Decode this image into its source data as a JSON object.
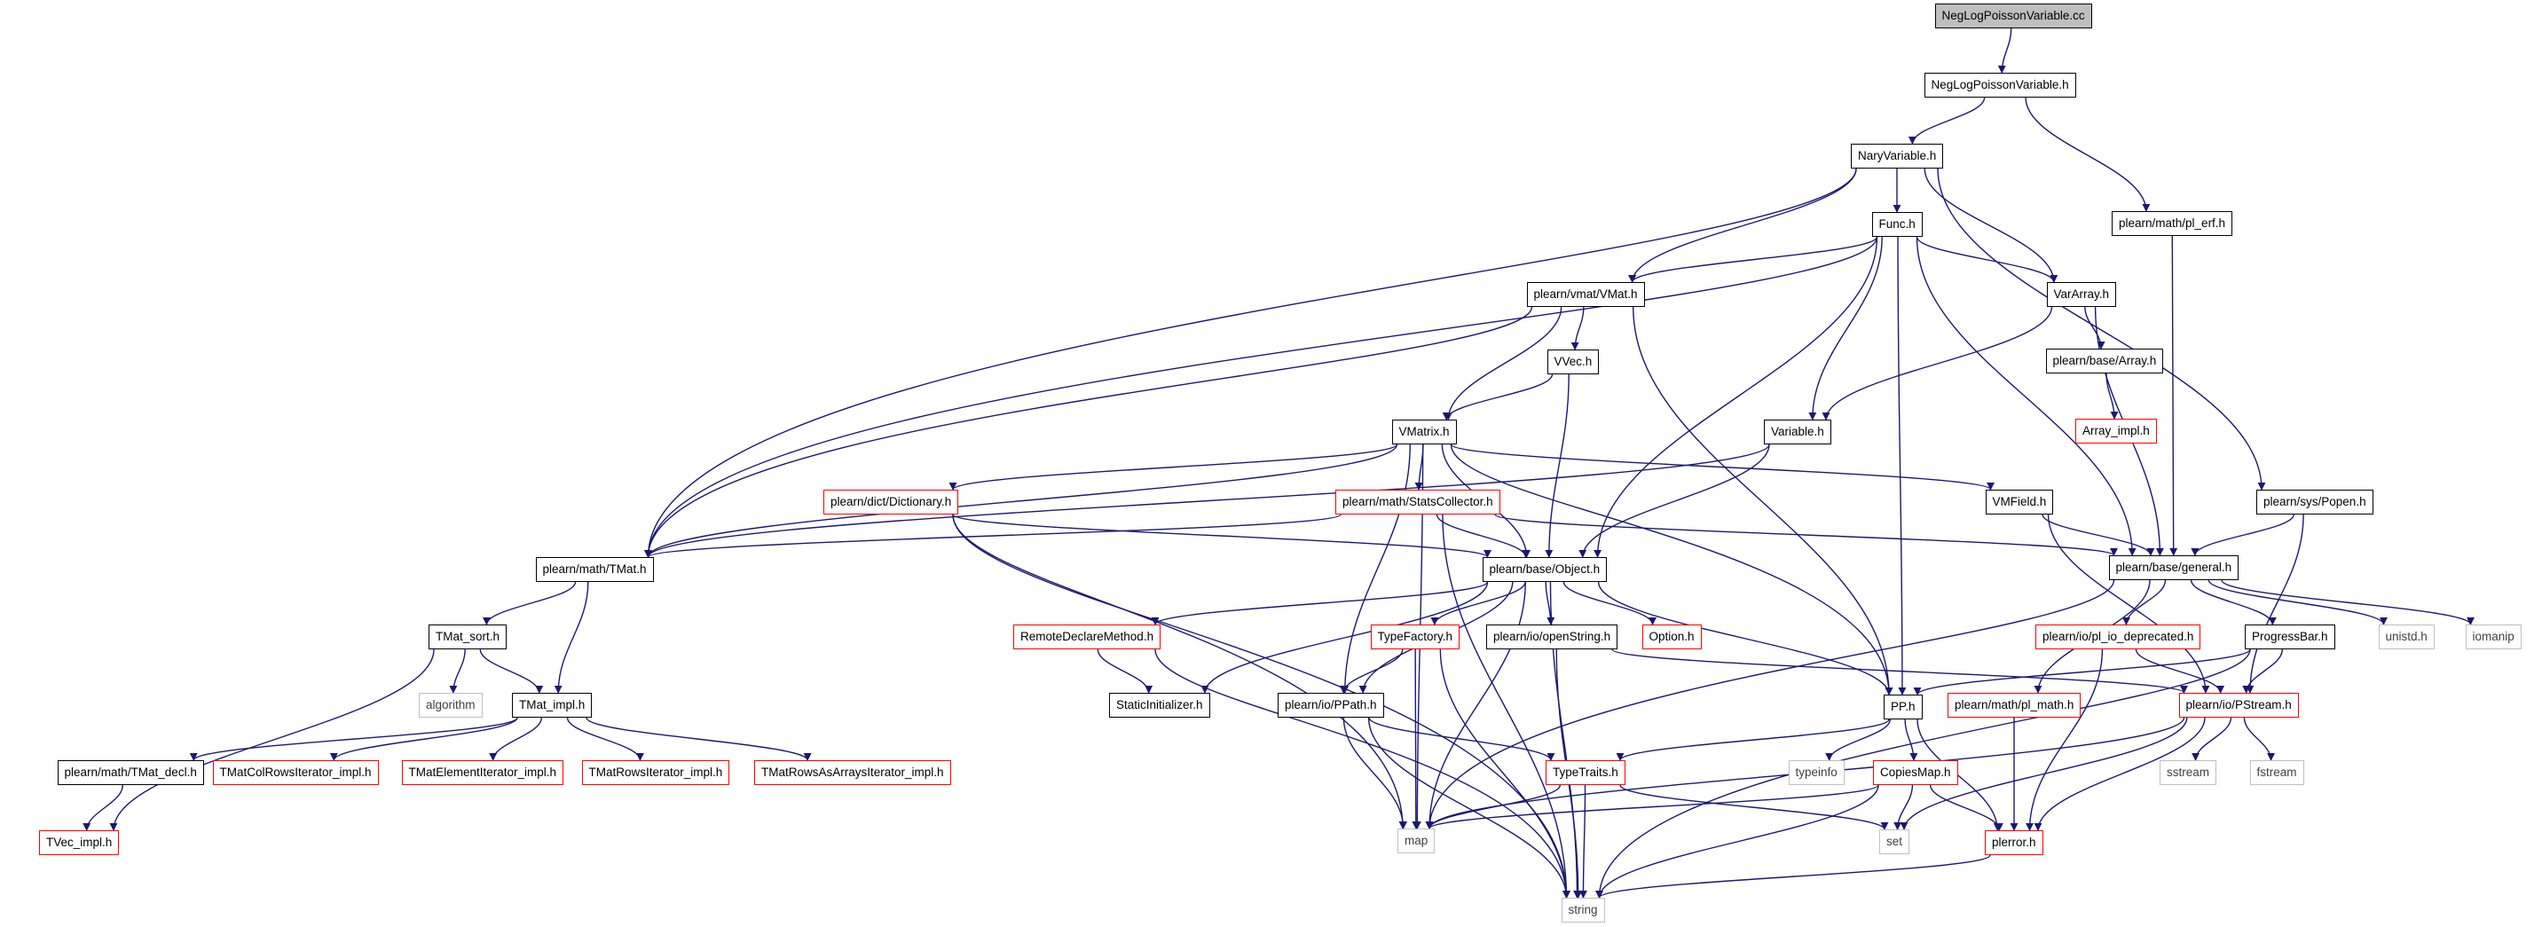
{
  "graph": {
    "edge_color": "#191970",
    "nodes": [
      {
        "id": "root",
        "label": "NegLogPoissonVariable.cc",
        "style": "root"
      },
      {
        "id": "nlpv_h",
        "label": "NegLogPoissonVariable.h",
        "style": "black"
      },
      {
        "id": "naryvar",
        "label": "NaryVariable.h",
        "style": "black"
      },
      {
        "id": "pl_erf",
        "label": "plearn/math/pl_erf.h",
        "style": "black"
      },
      {
        "id": "func",
        "label": "Func.h",
        "style": "black"
      },
      {
        "id": "vmat",
        "label": "plearn/vmat/VMat.h",
        "style": "black"
      },
      {
        "id": "vararray",
        "label": "VarArray.h",
        "style": "black"
      },
      {
        "id": "array_h",
        "label": "plearn/base/Array.h",
        "style": "black"
      },
      {
        "id": "array_impl",
        "label": "Array_impl.h",
        "style": "red"
      },
      {
        "id": "vvec",
        "label": "VVec.h",
        "style": "black"
      },
      {
        "id": "vmatrix",
        "label": "VMatrix.h",
        "style": "black"
      },
      {
        "id": "variable",
        "label": "Variable.h",
        "style": "black"
      },
      {
        "id": "popen",
        "label": "plearn/sys/Popen.h",
        "style": "black"
      },
      {
        "id": "dictionary",
        "label": "plearn/dict/Dictionary.h",
        "style": "red"
      },
      {
        "id": "statscoll",
        "label": "plearn/math/StatsCollector.h",
        "style": "red"
      },
      {
        "id": "vmfield",
        "label": "VMField.h",
        "style": "black"
      },
      {
        "id": "general",
        "label": "plearn/base/general.h",
        "style": "black"
      },
      {
        "id": "tmat",
        "label": "plearn/math/TMat.h",
        "style": "black"
      },
      {
        "id": "object",
        "label": "plearn/base/Object.h",
        "style": "black"
      },
      {
        "id": "tmat_sort",
        "label": "TMat_sort.h",
        "style": "black"
      },
      {
        "id": "algorithm",
        "label": "algorithm",
        "style": "gray"
      },
      {
        "id": "tmat_impl",
        "label": "TMat_impl.h",
        "style": "black"
      },
      {
        "id": "remotedecl",
        "label": "RemoteDeclareMethod.h",
        "style": "red"
      },
      {
        "id": "staticinit",
        "label": "StaticInitializer.h",
        "style": "black"
      },
      {
        "id": "typefactory",
        "label": "TypeFactory.h",
        "style": "red"
      },
      {
        "id": "ppath",
        "label": "plearn/io/PPath.h",
        "style": "black"
      },
      {
        "id": "openstring",
        "label": "plearn/io/openString.h",
        "style": "black"
      },
      {
        "id": "option",
        "label": "Option.h",
        "style": "red"
      },
      {
        "id": "pl_io_dep",
        "label": "plearn/io/pl_io_deprecated.h",
        "style": "red"
      },
      {
        "id": "progressbar",
        "label": "ProgressBar.h",
        "style": "black"
      },
      {
        "id": "unistd",
        "label": "unistd.h",
        "style": "gray"
      },
      {
        "id": "iomanip",
        "label": "iomanip",
        "style": "gray"
      },
      {
        "id": "tmat_decl",
        "label": "plearn/math/TMat_decl.h",
        "style": "black"
      },
      {
        "id": "colrows",
        "label": "TMatColRowsIterator_impl.h",
        "style": "red"
      },
      {
        "id": "elemiter",
        "label": "TMatElementIterator_impl.h",
        "style": "red"
      },
      {
        "id": "rowsiter",
        "label": "TMatRowsIterator_impl.h",
        "style": "red"
      },
      {
        "id": "rowsarr",
        "label": "TMatRowsAsArraysIterator_impl.h",
        "style": "red"
      },
      {
        "id": "pp",
        "label": "PP.h",
        "style": "black"
      },
      {
        "id": "pl_math",
        "label": "plearn/math/pl_math.h",
        "style": "red"
      },
      {
        "id": "pstream",
        "label": "plearn/io/PStream.h",
        "style": "red"
      },
      {
        "id": "tvec_impl",
        "label": "TVec_impl.h",
        "style": "red"
      },
      {
        "id": "typeinfo",
        "label": "typeinfo",
        "style": "gray"
      },
      {
        "id": "copiesmap",
        "label": "CopiesMap.h",
        "style": "red"
      },
      {
        "id": "typetraits",
        "label": "TypeTraits.h",
        "style": "red"
      },
      {
        "id": "sstream",
        "label": "sstream",
        "style": "gray"
      },
      {
        "id": "fstream",
        "label": "fstream",
        "style": "gray"
      },
      {
        "id": "map",
        "label": "map",
        "style": "gray"
      },
      {
        "id": "set",
        "label": "set",
        "style": "gray"
      },
      {
        "id": "plerror",
        "label": "plerror.h",
        "style": "red"
      },
      {
        "id": "string",
        "label": "string",
        "style": "gray"
      }
    ],
    "edges": [
      [
        "root",
        "nlpv_h"
      ],
      [
        "nlpv_h",
        "naryvar"
      ],
      [
        "nlpv_h",
        "pl_erf"
      ],
      [
        "naryvar",
        "func"
      ],
      [
        "naryvar",
        "vmat"
      ],
      [
        "naryvar",
        "vararray"
      ],
      [
        "naryvar",
        "tmat"
      ],
      [
        "naryvar",
        "popen"
      ],
      [
        "pl_erf",
        "general"
      ],
      [
        "func",
        "vmat"
      ],
      [
        "func",
        "vararray"
      ],
      [
        "func",
        "variable"
      ],
      [
        "func",
        "tmat"
      ],
      [
        "func",
        "object"
      ],
      [
        "func",
        "pp"
      ],
      [
        "func",
        "general"
      ],
      [
        "vmat",
        "vvec"
      ],
      [
        "vmat",
        "vmatrix"
      ],
      [
        "vmat",
        "tmat"
      ],
      [
        "vmat",
        "pp"
      ],
      [
        "vararray",
        "array_h"
      ],
      [
        "vararray",
        "variable"
      ],
      [
        "vararray",
        "general"
      ],
      [
        "array_h",
        "array_impl"
      ],
      [
        "vvec",
        "vmatrix"
      ],
      [
        "vvec",
        "object"
      ],
      [
        "vmatrix",
        "dictionary"
      ],
      [
        "vmatrix",
        "statscoll"
      ],
      [
        "vmatrix",
        "vmfield"
      ],
      [
        "vmatrix",
        "tmat"
      ],
      [
        "vmatrix",
        "object"
      ],
      [
        "vmatrix",
        "ppath"
      ],
      [
        "vmatrix",
        "map"
      ],
      [
        "vmatrix",
        "pp"
      ],
      [
        "variable",
        "object"
      ],
      [
        "variable",
        "tmat"
      ],
      [
        "popen",
        "general"
      ],
      [
        "popen",
        "pstream"
      ],
      [
        "dictionary",
        "object"
      ],
      [
        "dictionary",
        "map"
      ],
      [
        "dictionary",
        "string"
      ],
      [
        "statscoll",
        "object"
      ],
      [
        "statscoll",
        "tmat"
      ],
      [
        "statscoll",
        "general"
      ],
      [
        "statscoll",
        "string"
      ],
      [
        "vmfield",
        "general"
      ],
      [
        "vmfield",
        "pstream"
      ],
      [
        "general",
        "progressbar"
      ],
      [
        "general",
        "pl_io_dep"
      ],
      [
        "general",
        "pl_math"
      ],
      [
        "general",
        "unistd"
      ],
      [
        "general",
        "iomanip"
      ],
      [
        "general",
        "map"
      ],
      [
        "tmat",
        "tmat_sort"
      ],
      [
        "tmat",
        "tmat_impl"
      ],
      [
        "object",
        "remotedecl"
      ],
      [
        "object",
        "staticinit"
      ],
      [
        "object",
        "typefactory"
      ],
      [
        "object",
        "ppath"
      ],
      [
        "object",
        "openstring"
      ],
      [
        "object",
        "option"
      ],
      [
        "object",
        "pp"
      ],
      [
        "object",
        "map"
      ],
      [
        "object",
        "string"
      ],
      [
        "tmat_sort",
        "algorithm"
      ],
      [
        "tmat_sort",
        "tmat_impl"
      ],
      [
        "tmat_sort",
        "tvec_impl"
      ],
      [
        "tmat_impl",
        "tmat_decl"
      ],
      [
        "tmat_impl",
        "colrows"
      ],
      [
        "tmat_impl",
        "elemiter"
      ],
      [
        "tmat_impl",
        "rowsiter"
      ],
      [
        "tmat_impl",
        "rowsarr"
      ],
      [
        "tmat_decl",
        "tvec_impl"
      ],
      [
        "remotedecl",
        "staticinit"
      ],
      [
        "remotedecl",
        "string"
      ],
      [
        "typefactory",
        "ppath"
      ],
      [
        "typefactory",
        "map"
      ],
      [
        "typefactory",
        "string"
      ],
      [
        "ppath",
        "typetraits"
      ],
      [
        "ppath",
        "map"
      ],
      [
        "ppath",
        "string"
      ],
      [
        "openstring",
        "pstream"
      ],
      [
        "openstring",
        "string"
      ],
      [
        "pl_io_dep",
        "pstream"
      ],
      [
        "pl_io_dep",
        "plerror"
      ],
      [
        "progressbar",
        "pp"
      ],
      [
        "progressbar",
        "pstream"
      ],
      [
        "progressbar",
        "string"
      ],
      [
        "pp",
        "typeinfo"
      ],
      [
        "pp",
        "copiesmap"
      ],
      [
        "pp",
        "typetraits"
      ],
      [
        "pp",
        "plerror"
      ],
      [
        "pl_math",
        "plerror"
      ],
      [
        "pstream",
        "sstream"
      ],
      [
        "pstream",
        "fstream"
      ],
      [
        "pstream",
        "map"
      ],
      [
        "pstream",
        "set"
      ],
      [
        "pstream",
        "plerror"
      ],
      [
        "copiesmap",
        "map"
      ],
      [
        "copiesmap",
        "set"
      ],
      [
        "copiesmap",
        "plerror"
      ],
      [
        "copiesmap",
        "string"
      ],
      [
        "typetraits",
        "map"
      ],
      [
        "typetraits",
        "set"
      ],
      [
        "typetraits",
        "string"
      ],
      [
        "plerror",
        "string"
      ]
    ]
  }
}
